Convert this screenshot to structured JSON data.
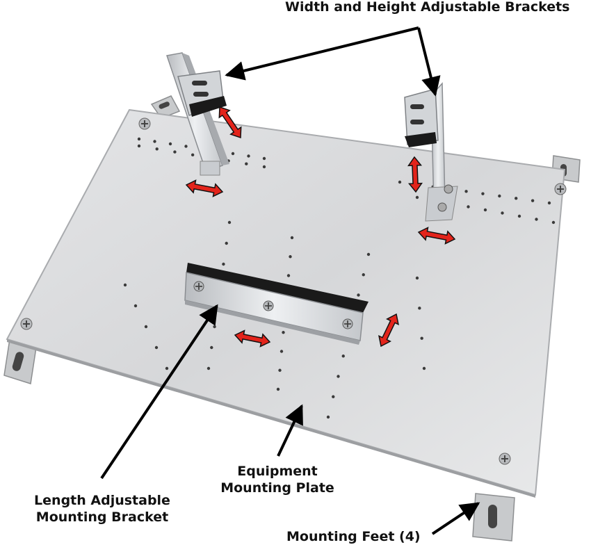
{
  "labels": {
    "width_height_brackets": "Width and Height Adjustable Brackets",
    "equipment_plate_line1": "Equipment",
    "equipment_plate_line2": "Mounting Plate",
    "length_bracket_line1": "Length Adjustable",
    "length_bracket_line2": "Mounting Bracket",
    "mounting_feet": "Mounting Feet (4)"
  },
  "colors": {
    "plate": "#d9dadc",
    "plate_edge": "#a9abae",
    "bracket": "#cfd2d6",
    "gasket": "#1a1a1a",
    "adjust_arrow": "#e3241b",
    "callout_arrow": "#000000"
  }
}
